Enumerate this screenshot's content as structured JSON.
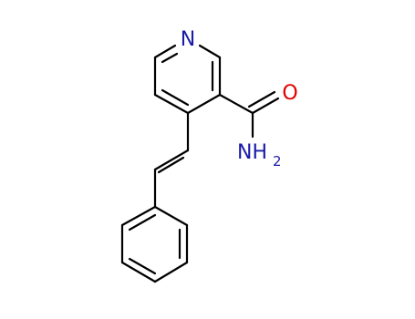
{
  "molecule": {
    "atoms": [
      {
        "id": "n1",
        "symbol": "N",
        "color": "#1a1aa6"
      },
      {
        "id": "o1",
        "symbol": "O",
        "color": "#e00000"
      },
      {
        "id": "n2",
        "symbol": "NH",
        "subscript": "2",
        "color": "#1a1aa6"
      }
    ],
    "bond_color": "#000000",
    "background": "#ffffff"
  }
}
